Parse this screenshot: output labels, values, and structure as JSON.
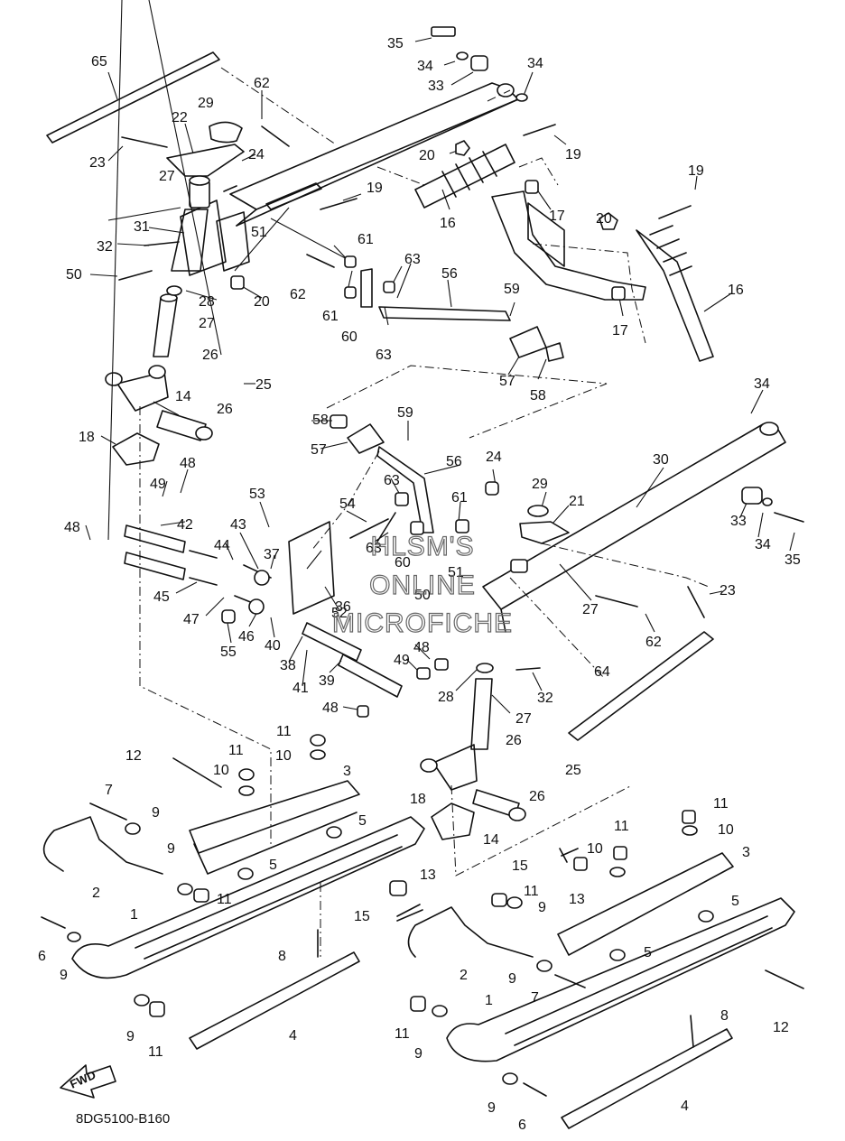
{
  "diagram": {
    "code": "8DG5100-B160",
    "fwd_label": "FWD",
    "watermark": [
      "HLSM'S",
      "ONLINE",
      "MICROFICHE"
    ],
    "part_labels": [
      "1",
      "2",
      "3",
      "4",
      "5",
      "6",
      "7",
      "8",
      "9",
      "10",
      "11",
      "12",
      "13",
      "14",
      "15",
      "16",
      "17",
      "18",
      "19",
      "20",
      "21",
      "22",
      "23",
      "24",
      "25",
      "26",
      "27",
      "28",
      "29",
      "30",
      "31",
      "32",
      "33",
      "34",
      "35",
      "36",
      "37",
      "38",
      "39",
      "40",
      "41",
      "42",
      "43",
      "44",
      "45",
      "46",
      "47",
      "48",
      "49",
      "50",
      "51",
      "52",
      "53",
      "54",
      "55",
      "56",
      "57",
      "58",
      "59",
      "60",
      "61",
      "62",
      "63",
      "64",
      "65"
    ]
  }
}
